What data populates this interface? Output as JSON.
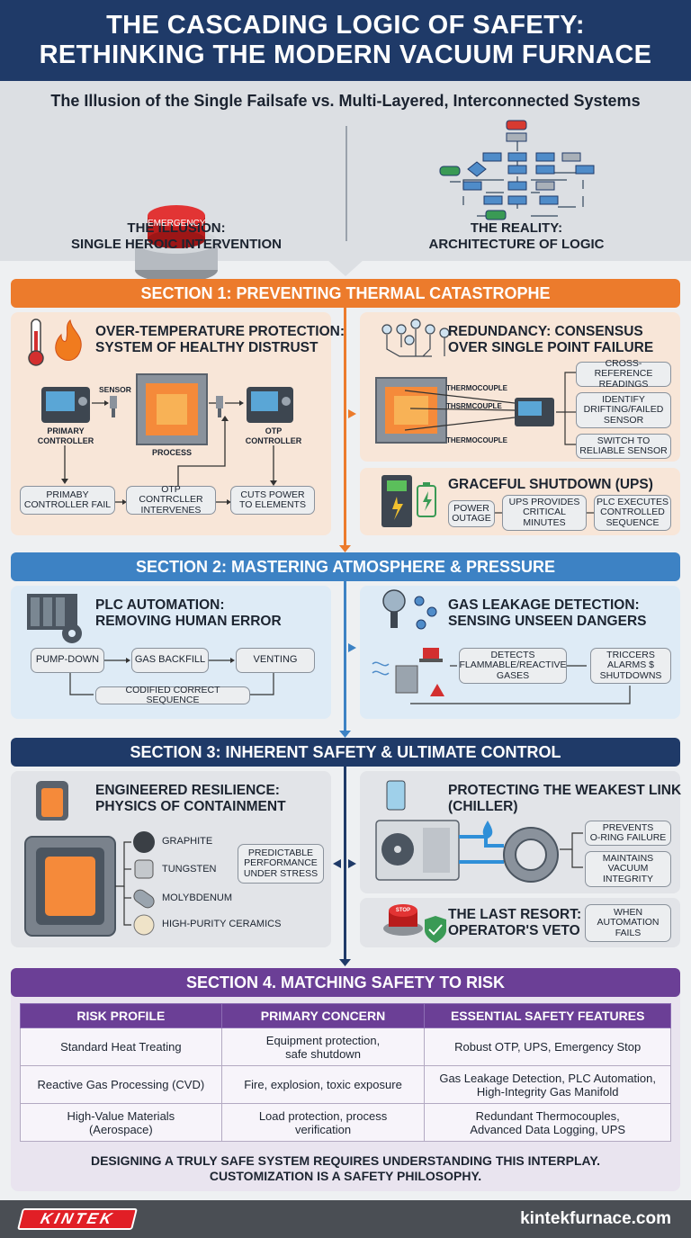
{
  "header": {
    "title_line1": "THE CASCADING LOGIC OF SAFETY:",
    "title_line2": "RETHINKING THE MODERN VACUUM FURNACE"
  },
  "intro": {
    "subtitle": "The Illusion of the Single Failsafe vs. Multi-Layered, Interconnected Systems",
    "button_label": "EMERGENCY",
    "left_cap_line1": "THE ILLUSION:",
    "left_cap_line2": "SINGLE HEROIC INTERVENTION",
    "right_cap_line1": "THE REALITY:",
    "right_cap_line2": "ARCHITECTURE OF LOGIC"
  },
  "section1": {
    "banner": "SECTION 1: PREVENTING THERMAL CATASTROPHE",
    "otp": {
      "title1": "OVER-TEMPERATURE PROTECTION:",
      "title2": "SYSTEM OF HEALTHY DISTRUST",
      "sensor": "SENSOR",
      "primary1": "PRIMARY",
      "primary2": "CONTROLLER",
      "process": "PROCESS",
      "otp1": "OTP",
      "otp2": "CONTROLLER",
      "box1a": "PRIMABY",
      "box1b": "CONTROLLER FAIL",
      "box2a": "OTP CONTRCLLER",
      "box2b": "INTERVENES",
      "box3a": "CUTS POWER",
      "box3b": "TO ELEMENTS"
    },
    "redundancy": {
      "title1": "REDUNDANCY: CONSENSUS",
      "title2": "OVER SINGLE POINT FAILURE",
      "tc1": "THERMOCOUPLE",
      "tc2": "THSRMCOUPLE",
      "tc3": "THERMOCOUPLE",
      "o1a": "CROSS-REFERENCE",
      "o1b": "READINGS",
      "o2a": "IDENTIFY",
      "o2b": "DRIFTING/FAILED",
      "o2c": "SENSOR",
      "o3a": "SWITCH TO",
      "o3b": "RELIABLE SENSOR"
    },
    "ups": {
      "title": "GRACEFUL SHUTDOWN (UPS)",
      "b1a": "POWER",
      "b1b": "OUTAGE",
      "b2a": "UPS PROVIDES",
      "b2b": "CRITICAL",
      "b2c": "MINUTES",
      "b3a": "PLC EXECUTES",
      "b3b": "CONTROLLED",
      "b3c": "SEQUENCE"
    }
  },
  "section2": {
    "banner": "SECTION 2: MASTERING ATMOSPHERE & PRESSURE",
    "plc": {
      "title1": "PLC AUTOMATION:",
      "title2": "REMOVING HUMAN ERROR",
      "b1": "PUMP-DOWN",
      "b2": "GAS BACKFILL",
      "b3": "VENTING",
      "b4": "CODIFIED CORRECT SEQUENCE"
    },
    "gas": {
      "title1": "GAS LEAKAGE DETECTION:",
      "title2": "SENSING UNSEEN DANGERS",
      "b1a": "DETECTS",
      "b1b": "FLAMMABLE/REACTIVE",
      "b1c": "GASES",
      "b2a": "TRICCERS",
      "b2b": "ALARMS $",
      "b2c": "SHUTDOWNS"
    }
  },
  "section3": {
    "banner": "SECTION 3: INHERENT SAFETY & ULTIMATE CONTROL",
    "resilience": {
      "title1": "ENGINEERED RESILIENCE:",
      "title2": "PHYSICS OF CONTAINMENT",
      "m1": "GRAPHITE",
      "m2": "TUNGSTEN",
      "m3": "MOLYBDENUM",
      "m4": "HIGH-PURITY CERAMICS",
      "p1": "PREDICTABLE",
      "p2": "PERFORMANCE",
      "p3": "UNDER STRESS"
    },
    "chiller": {
      "title1": "PROTECTING THE WEAKEST LINK",
      "title2": "(CHILLER)",
      "b1a": "PREVENTS",
      "b1b": "O-RING FAILURE",
      "b2a": "MAINTAINS",
      "b2b": "VACUUM",
      "b2c": "INTEGRITY"
    },
    "veto": {
      "title1": "THE LAST RESORT:",
      "title2": "OPERATOR'S VETO",
      "stop": "STOP",
      "b1a": "WHEN",
      "b1b": "AUTOMATION",
      "b1c": "FAILS"
    }
  },
  "section4": {
    "banner": "SECTION 4. MATCHING SAFETY TO RISK",
    "table": {
      "headers": [
        "RISK PROFILE",
        "PRIMARY CONCERN",
        "ESSENTIAL SAFETY FEATURES"
      ],
      "rows": [
        [
          "Standard Heat Treating",
          "Equipment protection,\nsafe shutdown",
          "Robust OTP, UPS, Emergency Stop"
        ],
        [
          "Reactive Gas Processing (CVD)",
          "Fire, explosion, toxic exposure",
          "Gas Leakage Detection, PLC Automation,\nHigh-Integrity Gas Manifold"
        ],
        [
          "High-Value Materials\n(Aerospace)",
          "Load protection, process\nverification",
          "Redundant Thermocouples,\nAdvanced Data Logging, UPS"
        ]
      ]
    },
    "closing1": "DESIGNING A TRULY SAFE SYSTEM REQUIRES UNDERSTANDING THIS INTERPLAY.",
    "closing2": "CUSTOMIZATION IS A SAFETY PHILOSOPHY."
  },
  "footer": {
    "logo": "KINTEK",
    "url": "kintekfurnace.com"
  },
  "colors": {
    "header": "#1f3a68",
    "section1": "#ec7b2c",
    "section2": "#3d82c4",
    "section3": "#1f3a68",
    "section4": "#6b3f96",
    "panel1": "#f8e6d8",
    "panel2": "#deebf6",
    "panel3": "#e2e4e8",
    "panel4": "#e9e4ef"
  }
}
